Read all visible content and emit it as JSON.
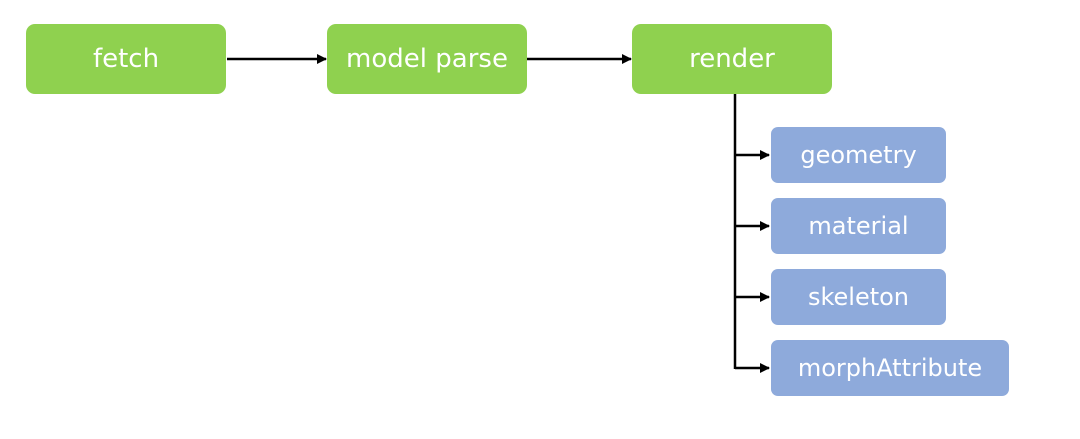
{
  "diagram": {
    "pipeline": [
      {
        "label": "fetch"
      },
      {
        "label": "model parse"
      },
      {
        "label": "render"
      }
    ],
    "render_children": [
      {
        "label": "geometry"
      },
      {
        "label": "material"
      },
      {
        "label": "skeleton"
      },
      {
        "label": "morphAttribute"
      }
    ],
    "colors": {
      "pipeline_node": "#8fd14f",
      "child_node": "#8eaadb",
      "node_text": "#ffffff",
      "connector": "#000000",
      "background": "#ffffff"
    }
  }
}
